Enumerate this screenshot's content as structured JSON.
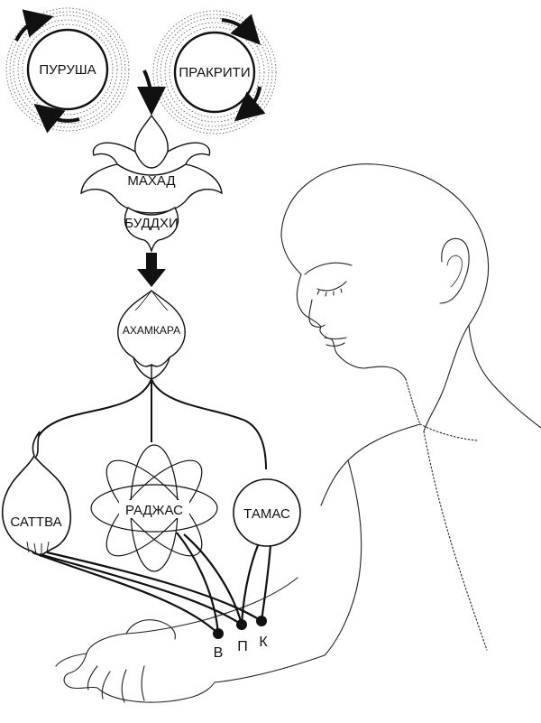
{
  "diagram": {
    "nodes": {
      "purusha": "ПУРУША",
      "prakriti": "ПРАКРИТИ",
      "mahad": "МАХАД",
      "buddhi": "БУДДХИ",
      "ahamkara": "АХАМКАРА",
      "sattva": "САТТВА",
      "rajas": "РАДЖАС",
      "tamas": "ТАМАС"
    },
    "doshas": [
      "В",
      "П",
      "К"
    ]
  }
}
